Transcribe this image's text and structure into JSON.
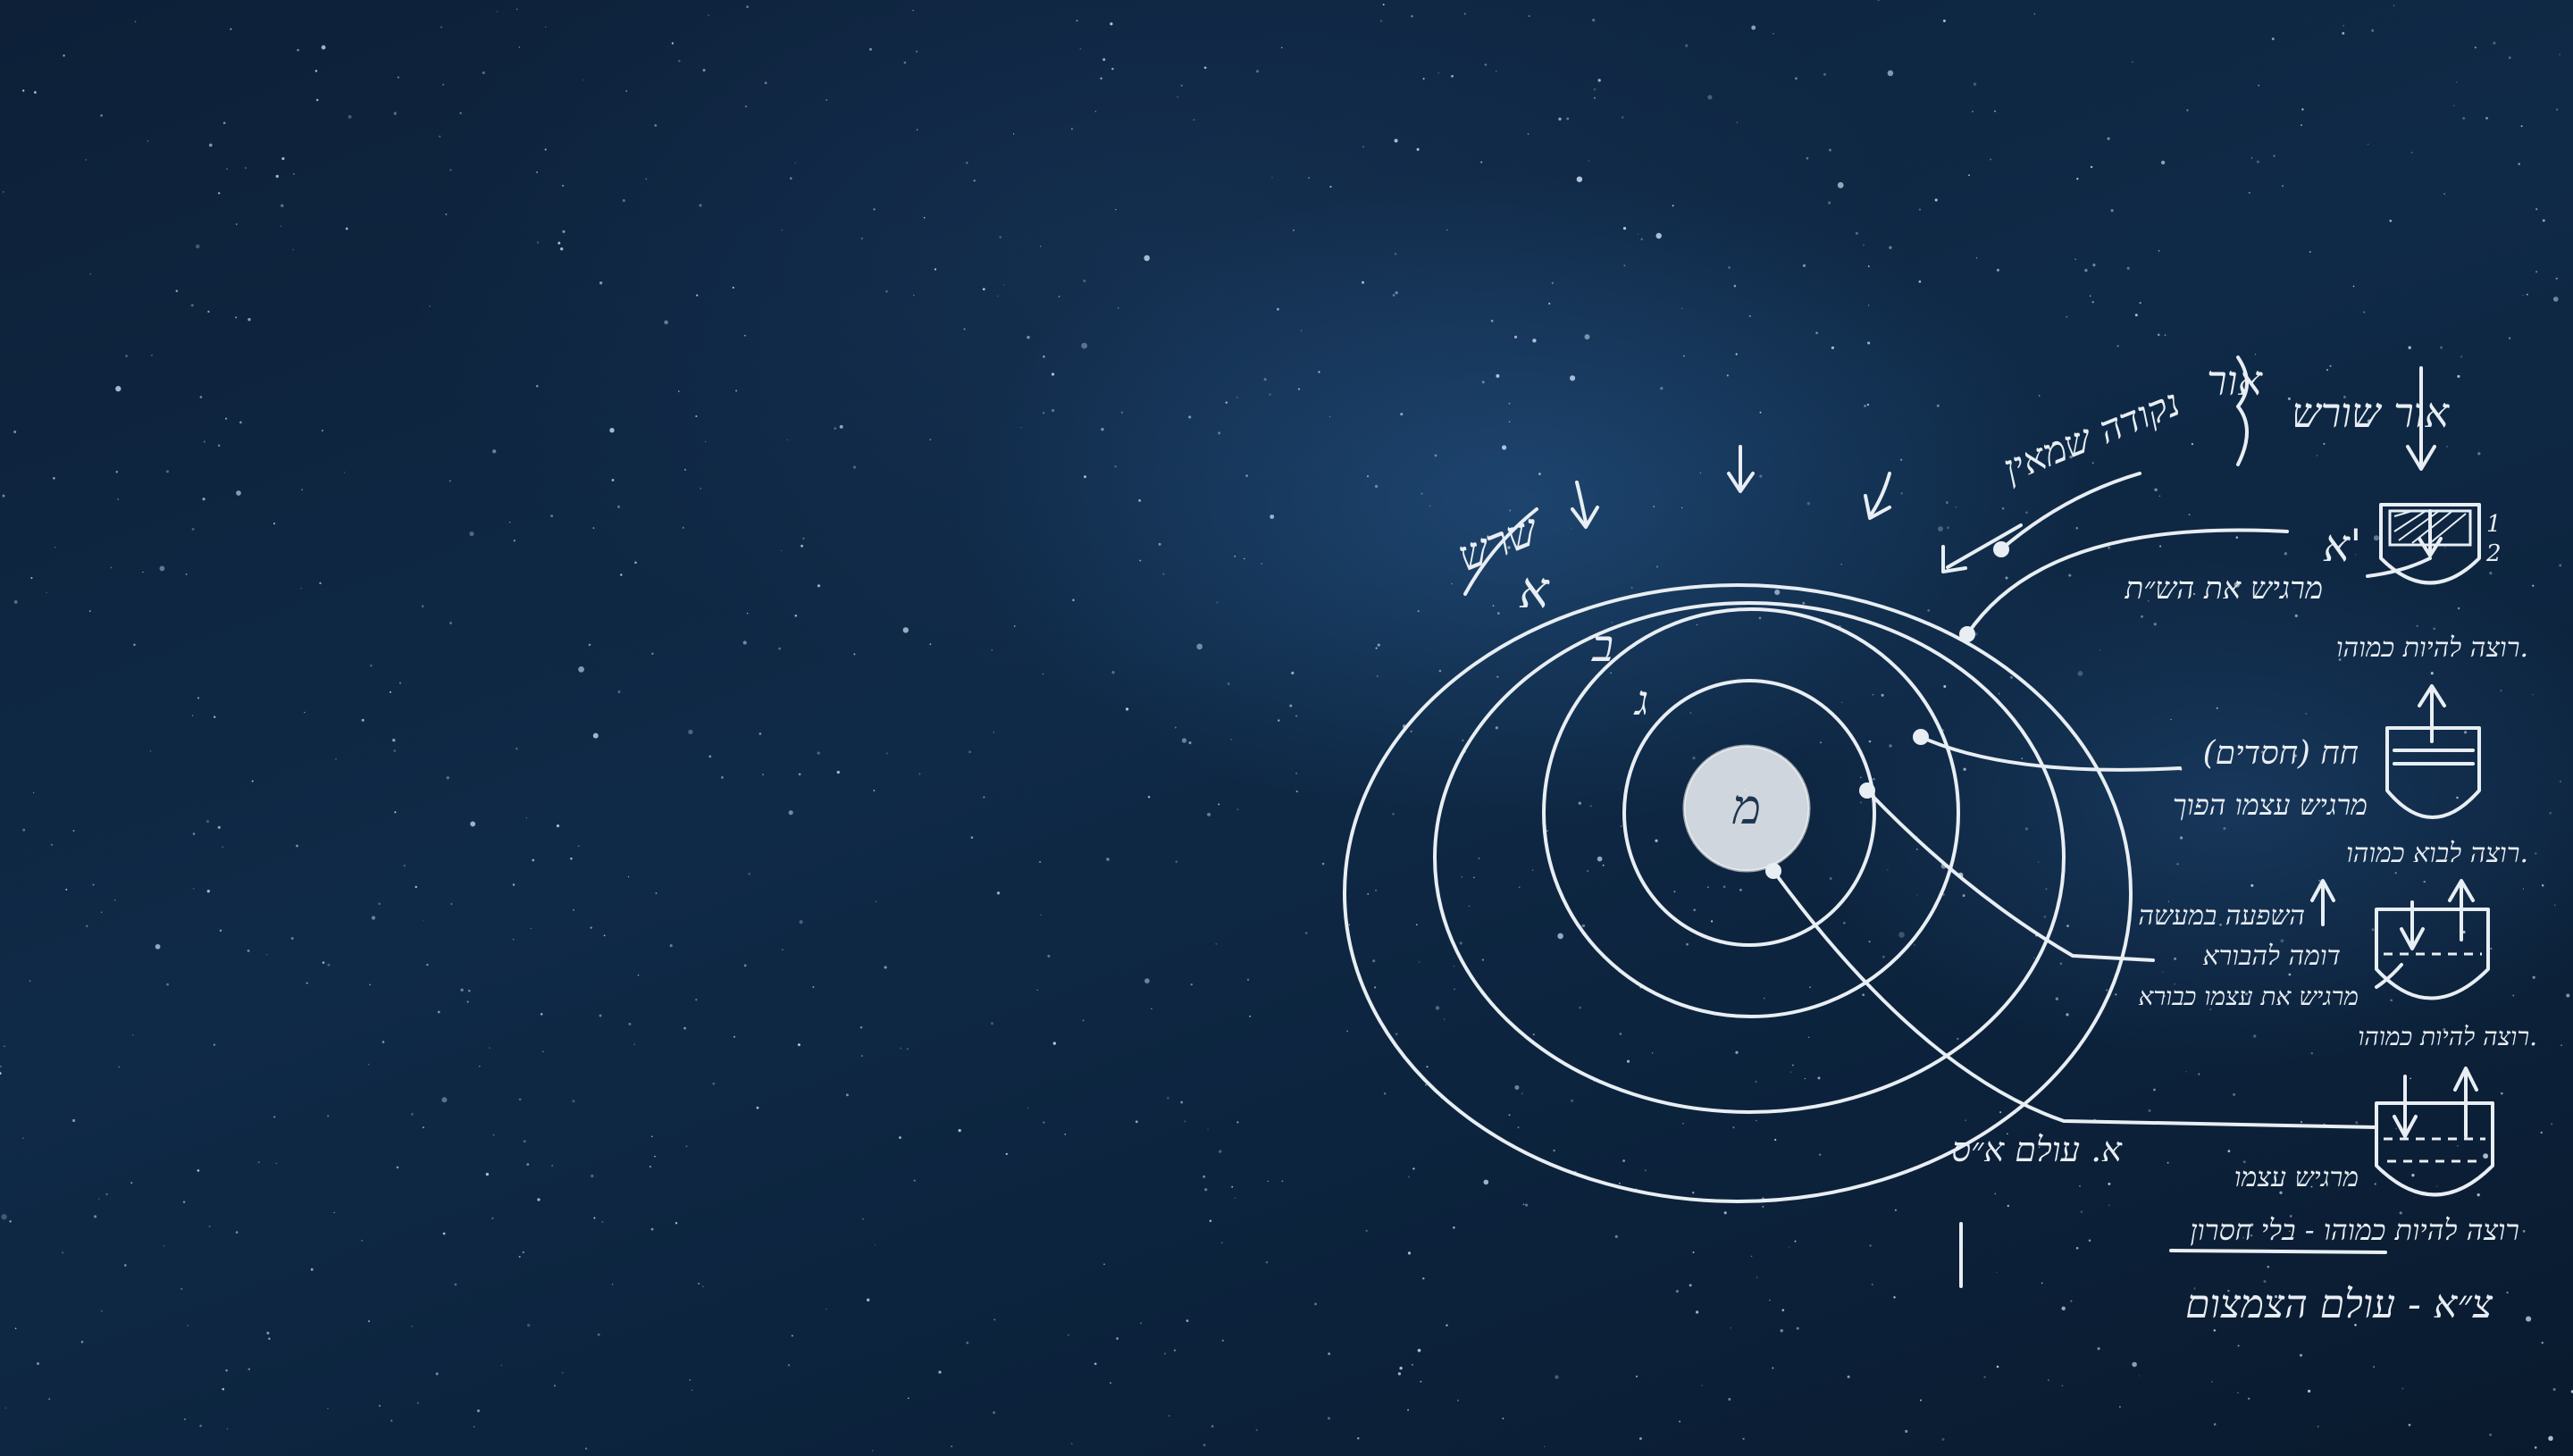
{
  "diagram": {
    "root_label": "שרש",
    "ring_letters": [
      "א",
      "ב",
      "ג"
    ],
    "center_letter": "מ",
    "top_right": {
      "or_label": "אור",
      "nekuda_label": "נקודה שמאין",
      "or_shoresh": "אור שורש",
      "alef_tag": "א'"
    },
    "stages": [
      {
        "name": "stage-1",
        "line1": "מרגיש את הש״ת",
        "line2": "רוצה להיות כמוהו."
      },
      {
        "name": "stage-2",
        "line1": "חח (חסדים)",
        "line2": "מרגיש עצמו הפוך",
        "line3": "רוצה לבוא כמוהו."
      },
      {
        "name": "stage-3",
        "line1": "השפעה במעשה",
        "line2": "דומה להבורא",
        "line3": "מרגיש את עצמו כבורא",
        "line4": "רוצה להיות כמוהו."
      },
      {
        "name": "stage-4",
        "line1": "א. עולם א״ס",
        "line2": "מרגיש עצמו",
        "line3": "רוצה להיות כמוהו - בלי חסרון"
      }
    ],
    "bottom_caption": "צ״א - עולם הצמצום",
    "colors": {
      "ink": "#e8eef3",
      "sky": "#0d2038"
    }
  }
}
